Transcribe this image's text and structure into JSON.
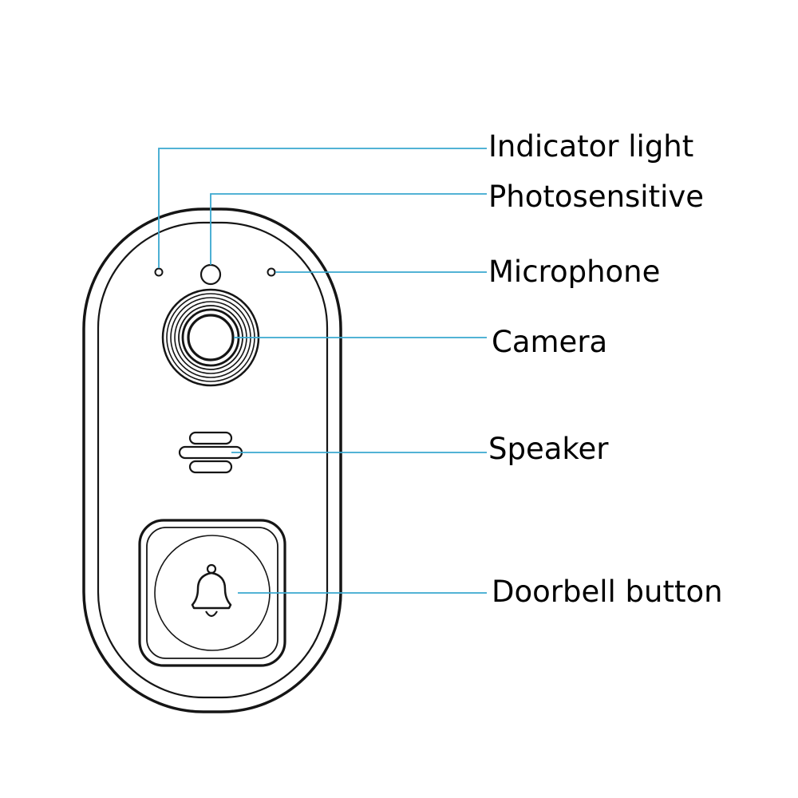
{
  "diagram": {
    "title": "",
    "colors": {
      "leader_line": "#3aa8cf",
      "outline": "#151515",
      "background": "#ffffff",
      "label_text": "#000000"
    },
    "labels": [
      {
        "id": "indicator-light",
        "text": "Indicator light"
      },
      {
        "id": "photosensitive",
        "text": "Photosensitive"
      },
      {
        "id": "microphone",
        "text": "Microphone"
      },
      {
        "id": "camera",
        "text": "Camera"
      },
      {
        "id": "speaker",
        "text": "Speaker"
      },
      {
        "id": "doorbell-button",
        "text": "Doorbell button"
      }
    ],
    "icons": [
      "bell-icon"
    ]
  }
}
